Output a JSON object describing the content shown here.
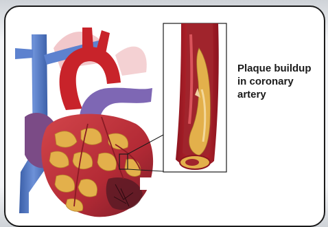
{
  "caption": {
    "lines": [
      "Plaque buildup",
      "in coronary",
      "artery"
    ]
  },
  "colors": {
    "vein_blue": "#4f78c4",
    "aorta_red": "#c8232a",
    "muscle_red": "#b8323a",
    "plaque_yellow": "#e3b04b",
    "plaque_cream": "#e8c98a",
    "pulmonary_purple": "#7e67b4",
    "dark_muscle": "#6b1e2a"
  },
  "icons": [
    "heart-illustration",
    "artery-cross-section",
    "callout-box"
  ]
}
